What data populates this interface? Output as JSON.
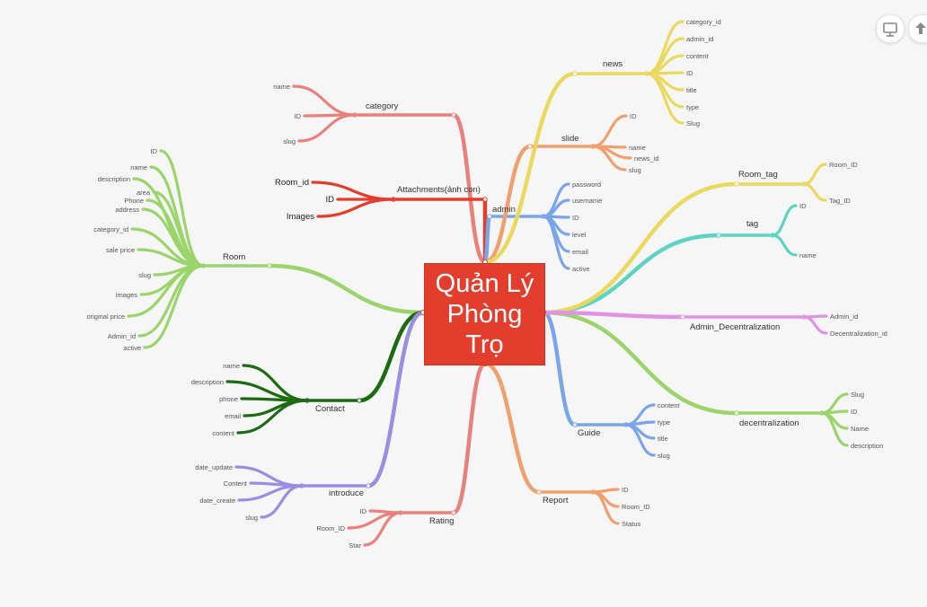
{
  "root": {
    "title": "Quản Lý\nPhòng\nTrọ",
    "color": "#e23d2d"
  },
  "toolbar": {
    "present_icon": "presentation-icon",
    "export_icon": "export-upload-icon"
  },
  "branches": [
    {
      "id": "category",
      "label": "category",
      "color": "#e8817c",
      "children": [
        "name",
        "ID",
        "slug"
      ]
    },
    {
      "id": "attachments",
      "label": "Attachments(ảnh con)",
      "color": "#e23d2d",
      "children": [
        "Room_id",
        "ID",
        "Images"
      ]
    },
    {
      "id": "room",
      "label": "Room",
      "color": "#9bd46a",
      "children": [
        "ID",
        "name",
        "description",
        "area",
        "Phone",
        "address",
        "category_id",
        "sale price",
        "slug",
        "images",
        "original price",
        "Admin_id",
        "active"
      ]
    },
    {
      "id": "contact",
      "label": "Contact",
      "color": "#1c6b12",
      "children": [
        "name",
        "description",
        "phone",
        "email",
        "content"
      ]
    },
    {
      "id": "introduce",
      "label": "introduce",
      "color": "#9b8ee0",
      "children": [
        "date_update",
        "Content",
        "date_create",
        "slug"
      ]
    },
    {
      "id": "rating",
      "label": "Rating",
      "color": "#e8817c",
      "children": [
        "ID",
        "Room_ID",
        "Star"
      ]
    },
    {
      "id": "report",
      "label": "Report",
      "color": "#f0a06e",
      "children": [
        "ID",
        "Room_ID",
        "Status"
      ]
    },
    {
      "id": "guide",
      "label": "Guide",
      "color": "#7aa5e8",
      "children": [
        "content",
        "type",
        "title",
        "slug"
      ]
    },
    {
      "id": "decentralization",
      "label": "decentralization",
      "color": "#9bd46a",
      "children": [
        "Slug",
        "ID",
        "Name",
        "description"
      ]
    },
    {
      "id": "admin_decentralization",
      "label": "Admin_Decentralization",
      "color": "#e093e6",
      "children": [
        "Admin_id",
        "Decentralization_id"
      ]
    },
    {
      "id": "tag",
      "label": "tag",
      "color": "#5fd3c2",
      "children": [
        "ID",
        "name"
      ]
    },
    {
      "id": "room_tag",
      "label": "Room_tag",
      "color": "#ead95e",
      "children": [
        "Room_ID",
        "Tag_ID"
      ]
    },
    {
      "id": "admin",
      "label": "admin",
      "color": "#7aa5e8",
      "children": [
        "password",
        "username",
        "ID",
        "level",
        "email",
        "active"
      ]
    },
    {
      "id": "slide",
      "label": "slide",
      "color": "#f0a06e",
      "children": [
        "ID",
        "name",
        "news_id",
        "slug"
      ]
    },
    {
      "id": "news",
      "label": "news",
      "color": "#ead95e",
      "children": [
        "category_id",
        "admin_id",
        "content",
        "ID",
        "title",
        "type",
        "Slug"
      ]
    }
  ]
}
